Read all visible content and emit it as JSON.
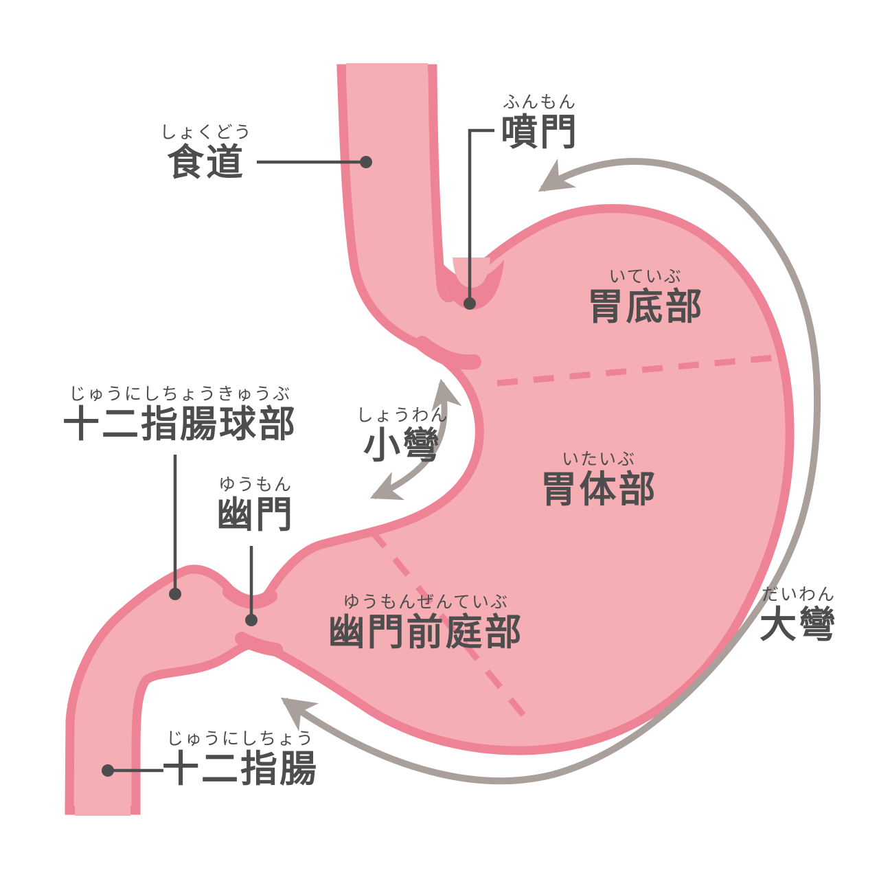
{
  "diagram": {
    "colors": {
      "fill": "#f6aeb5",
      "outline": "#ee8396",
      "arrow": "#a9a09c",
      "text": "#4d4d4d",
      "background": "#ffffff"
    },
    "labels": {
      "esophagus": {
        "furigana": "しょくどう",
        "text": "食道"
      },
      "cardia": {
        "furigana": "ふんもん",
        "text": "噴門"
      },
      "fundus": {
        "furigana": "いていぶ",
        "text": "胃底部"
      },
      "duodenal_bulb": {
        "furigana": "じゅうにしちょうきゅうぶ",
        "text": "十二指腸球部"
      },
      "lesser_curvature": {
        "furigana": "しょうわん",
        "text": "小彎"
      },
      "pylorus": {
        "furigana": "ゆうもん",
        "text": "幽門"
      },
      "gastric_body": {
        "furigana": "いたいぶ",
        "text": "胃体部"
      },
      "pyloric_antrum": {
        "furigana": "ゆうもんぜんていぶ",
        "text": "幽門前庭部"
      },
      "greater_curvature": {
        "furigana": "だいわん",
        "text": "大彎"
      },
      "duodenum": {
        "furigana": "じゅうにしちょう",
        "text": "十二指腸"
      }
    }
  }
}
